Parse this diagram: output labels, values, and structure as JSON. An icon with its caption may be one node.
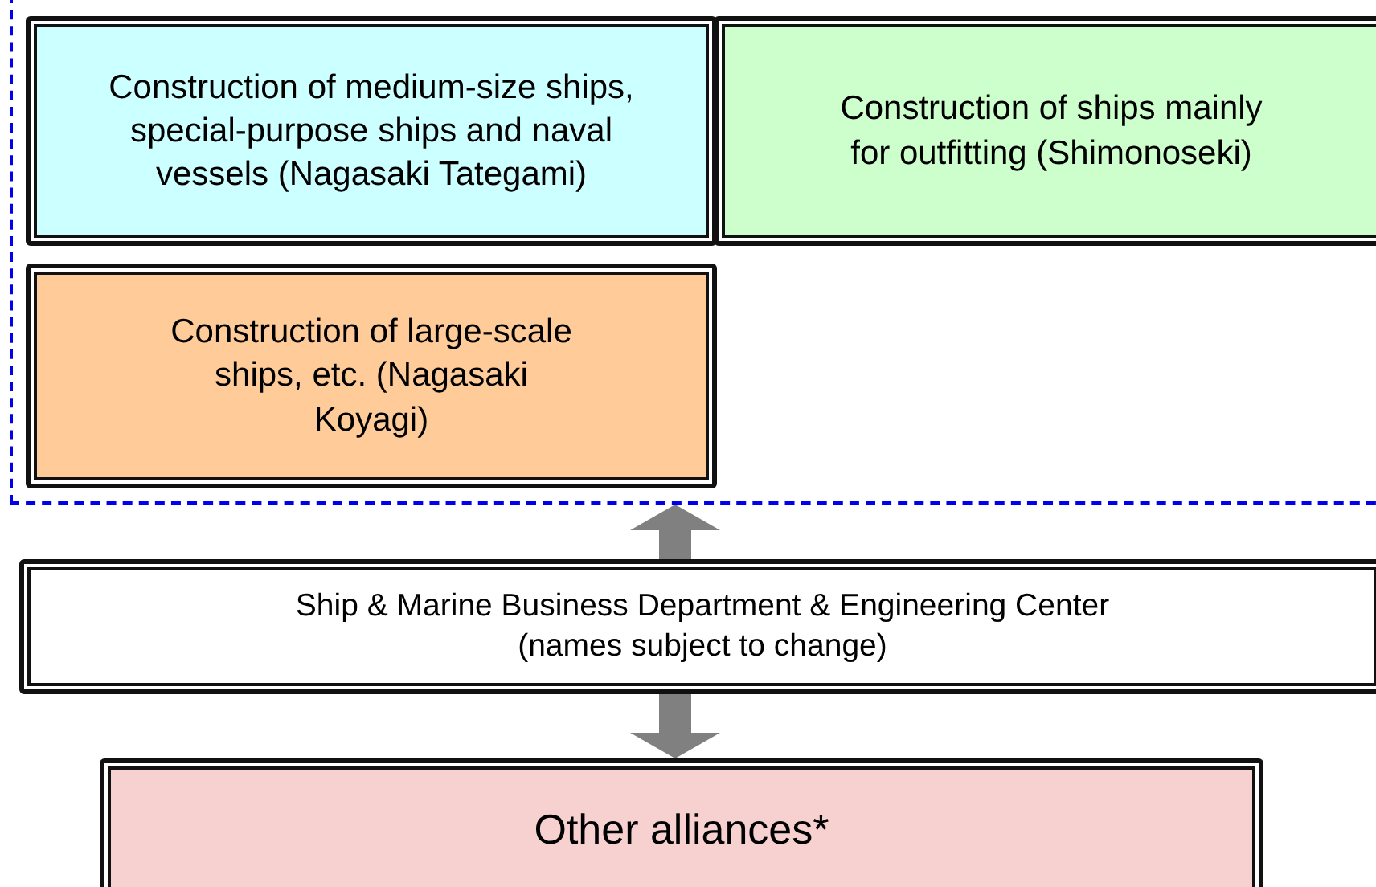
{
  "diagram": {
    "nodes": [
      {
        "text": [],
        "shape": "box"
      },
      {
        "text": [
          "Construction of medium-size ships, special-purpose ships and naval vessels (Nagasaki Tategami)"
        ],
        "in": 0
      },
      {
        "text": [
          "Construction of ships mainly for outfitting (Shimonoseki)"
        ],
        "in": 0
      },
      {
        "text": [
          "Construction of large-scale ships, etc. (Nagasaki Koyagi)"
        ],
        "in": 0
      },
      {
        "text": [
          "Ship & Marine Business Department & Engineering Center (names subject to change)"
        ]
      },
      {
        "text": [
          "Other alliances*"
        ]
      }
    ],
    "edges": [
      {
        "from": 4,
        "to": 0,
        "arrow": "to"
      },
      {
        "from": 4,
        "to": 5,
        "arrow": "to"
      }
    ]
  }
}
